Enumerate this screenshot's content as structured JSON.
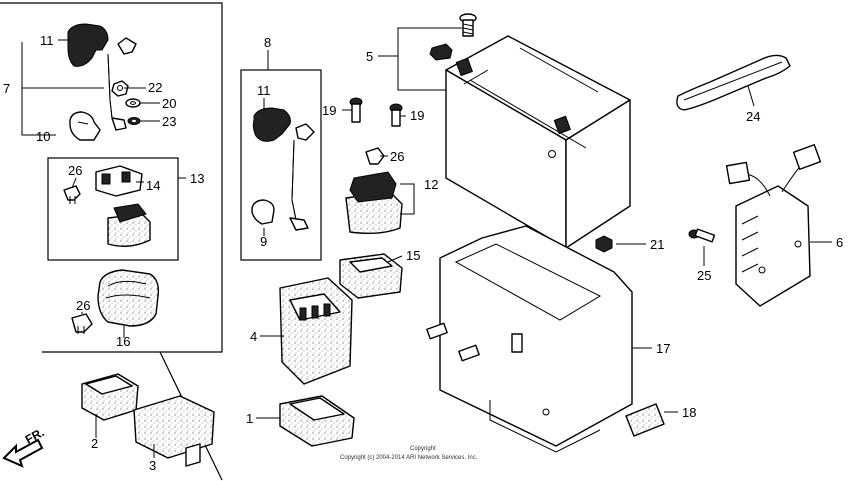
{
  "diagram": {
    "callouts": {
      "c11a": "11",
      "c7": "7",
      "c10": "10",
      "c22": "22",
      "c20": "20",
      "c23": "23",
      "c26a": "26",
      "c14": "14",
      "c13": "13",
      "c26b": "26",
      "c16": "16",
      "c8": "8",
      "c11b": "11",
      "c9": "9",
      "c5": "5",
      "c19a": "19",
      "c19b": "19",
      "c26c": "26",
      "c12": "12",
      "c4": "4",
      "c15": "15",
      "c1": "1",
      "c2": "2",
      "c3": "3",
      "c21": "21",
      "c17": "17",
      "c18": "18",
      "c24": "24",
      "c6": "6",
      "c25": "25"
    },
    "direction_label": "FR.",
    "copyright_line1": "Copyright",
    "copyright_line2": "Copyright (c) 2004-2014 ARI Network Services, Inc."
  }
}
